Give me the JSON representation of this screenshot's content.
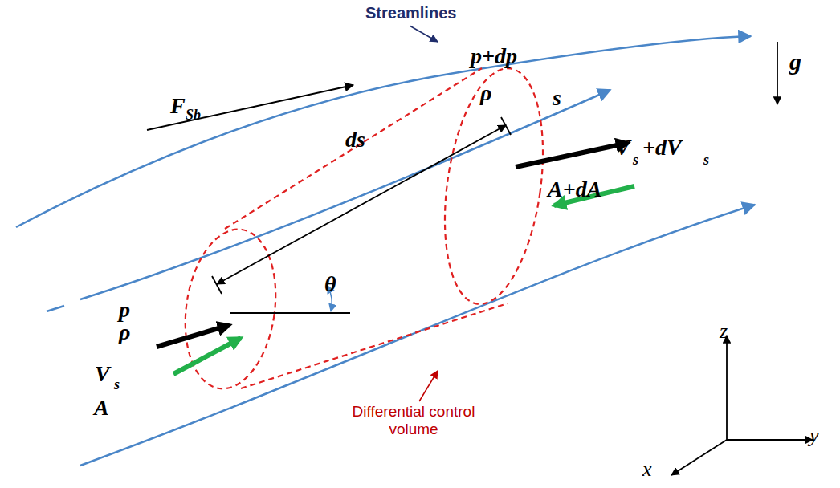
{
  "diagram": {
    "labels": [
      "Streamlines",
      "p+dp",
      "ρ",
      "s",
      "g",
      "F",
      "Sb",
      "ds",
      "V",
      "s",
      "+dV",
      "s",
      "A+dA",
      "θ",
      "p",
      "ρ",
      "V",
      "s",
      "A",
      "Differential control volume",
      "z",
      "y",
      "x"
    ]
  }
}
